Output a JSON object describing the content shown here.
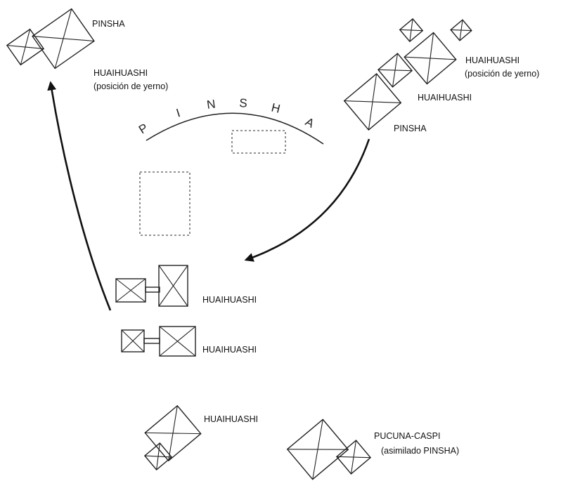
{
  "labels": {
    "pinsha_top_left": "PINSHA",
    "huaihuashi_top_left": "HUAIHUASHI",
    "posicion_yerno_left": "(posición de yerno)",
    "huaihuashi_top_right": "HUAIHUASHI",
    "posicion_yerno_right": "(posición de yerno)",
    "huaihuashi_right_mid": "HUAIHUASHI",
    "pinsha_right": "PINSHA",
    "huaihuashi_middle_1": "HUAIHUASHI",
    "huaihuashi_middle_2": "HUAIHUASHI",
    "huaihuashi_bottom": "HUAIHUASHI",
    "pucuna_caspi": "PUCUNA-CASPI",
    "asimilado_pinsha": "(asimilado PINSHA)"
  },
  "arc_word": [
    "P",
    "I",
    "N",
    "S",
    "H",
    "A"
  ],
  "colors": {
    "ink": "#222222",
    "arrow": "#111111",
    "dashed": "#555555"
  }
}
